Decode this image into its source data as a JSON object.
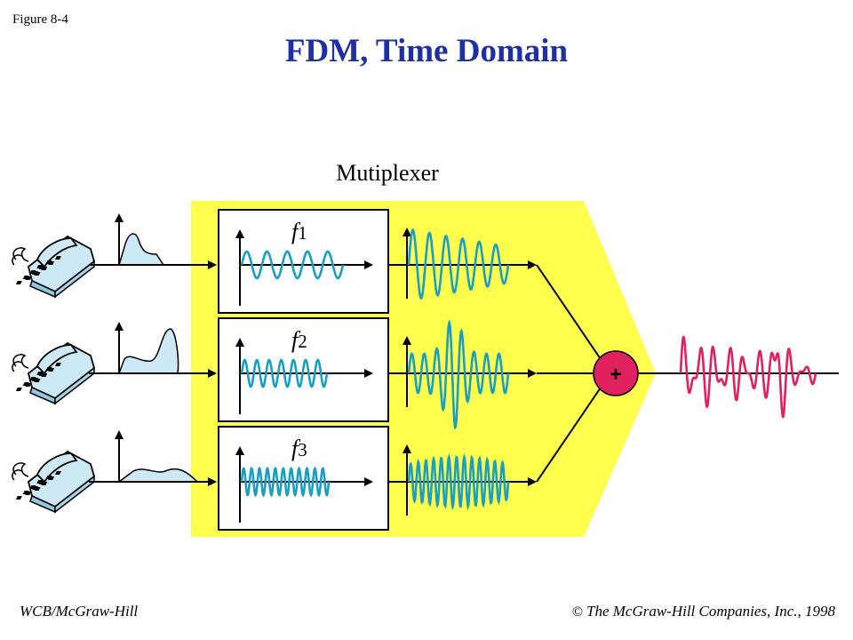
{
  "figure_label": "Figure 8-4",
  "title": "FDM, Time Domain",
  "multiplexer_label": "Mutiplexer",
  "channels": [
    {
      "carrier_symbol": "f",
      "carrier_subscript": "1"
    },
    {
      "carrier_symbol": "f",
      "carrier_subscript": "2"
    },
    {
      "carrier_symbol": "f",
      "carrier_subscript": "3"
    }
  ],
  "combiner_symbol": "+",
  "footer": {
    "publisher": "WCB/McGraw-Hill",
    "copyright_symbol": "©",
    "copyright": "The McGraw-Hill Companies, Inc., 1998"
  },
  "colors": {
    "title": "#1f2fa6",
    "multiplexer_fill": "#ffff4d",
    "carrier_wave": "#1a9fc2",
    "spectrum_fill": "#cde9f5",
    "combiner_fill": "#e0205f",
    "composite_wave": "#e0205f"
  }
}
